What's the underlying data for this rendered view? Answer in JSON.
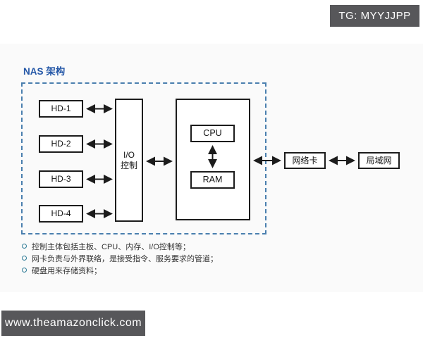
{
  "watermarks": {
    "top_right": "TG: MYYJJPP",
    "bottom_left": "www.theamazonclick.com"
  },
  "diagram": {
    "title": "NAS 架构",
    "nodes": {
      "hd1": "HD-1",
      "hd2": "HD-2",
      "hd3": "HD-3",
      "hd4": "HD-4",
      "io_line1": "I/O",
      "io_line2": "控制",
      "cpu": "CPU",
      "ram": "RAM",
      "nic": "网络卡",
      "lan": "局域网"
    },
    "notes": [
      "控制主体包括主板、CPU、内存、I/O控制等；",
      "网卡负责与外界联络，是接受指令、服务要求的管道；",
      "硬盘用来存储资料；"
    ]
  },
  "colors": {
    "title_blue": "#2457a7",
    "dashed_border_blue": "#4a7fae",
    "badge_gray": "#57575a",
    "bullet_teal": "#2d7a96",
    "content_band_bg": "#fafafa",
    "box_border": "#1c1c1c"
  }
}
